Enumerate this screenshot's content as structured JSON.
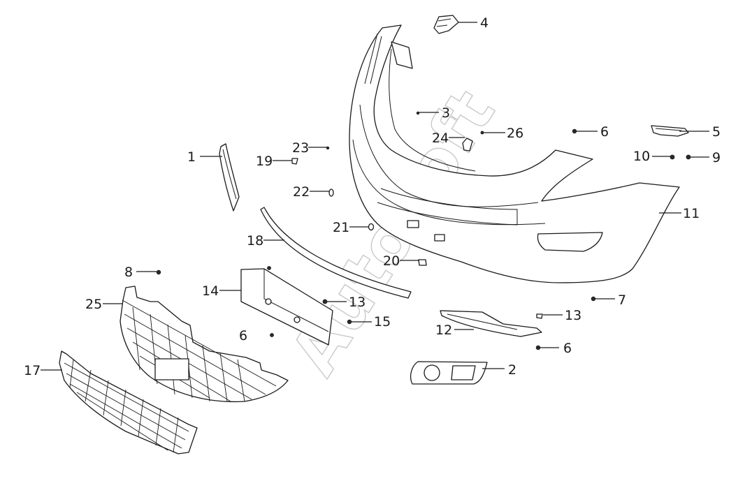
{
  "watermark": "AutoSoft",
  "callouts": [
    {
      "id": "c1",
      "label": "1"
    },
    {
      "id": "c2",
      "label": "2"
    },
    {
      "id": "c3",
      "label": "3"
    },
    {
      "id": "c4",
      "label": "4"
    },
    {
      "id": "c5",
      "label": "5"
    },
    {
      "id": "c6a",
      "label": "6"
    },
    {
      "id": "c6b",
      "label": "6"
    },
    {
      "id": "c6c",
      "label": "6"
    },
    {
      "id": "c7",
      "label": "7"
    },
    {
      "id": "c8",
      "label": "8"
    },
    {
      "id": "c9",
      "label": "9"
    },
    {
      "id": "c10",
      "label": "10"
    },
    {
      "id": "c11",
      "label": "11"
    },
    {
      "id": "c12",
      "label": "12"
    },
    {
      "id": "c13a",
      "label": "13"
    },
    {
      "id": "c13b",
      "label": "13"
    },
    {
      "id": "c14",
      "label": "14"
    },
    {
      "id": "c15",
      "label": "15"
    },
    {
      "id": "c17",
      "label": "17"
    },
    {
      "id": "c18",
      "label": "18"
    },
    {
      "id": "c19",
      "label": "19"
    },
    {
      "id": "c20",
      "label": "20"
    },
    {
      "id": "c21",
      "label": "21"
    },
    {
      "id": "c22",
      "label": "22"
    },
    {
      "id": "c23",
      "label": "23"
    },
    {
      "id": "c24",
      "label": "24"
    },
    {
      "id": "c25",
      "label": "25"
    },
    {
      "id": "c26",
      "label": "26"
    }
  ]
}
